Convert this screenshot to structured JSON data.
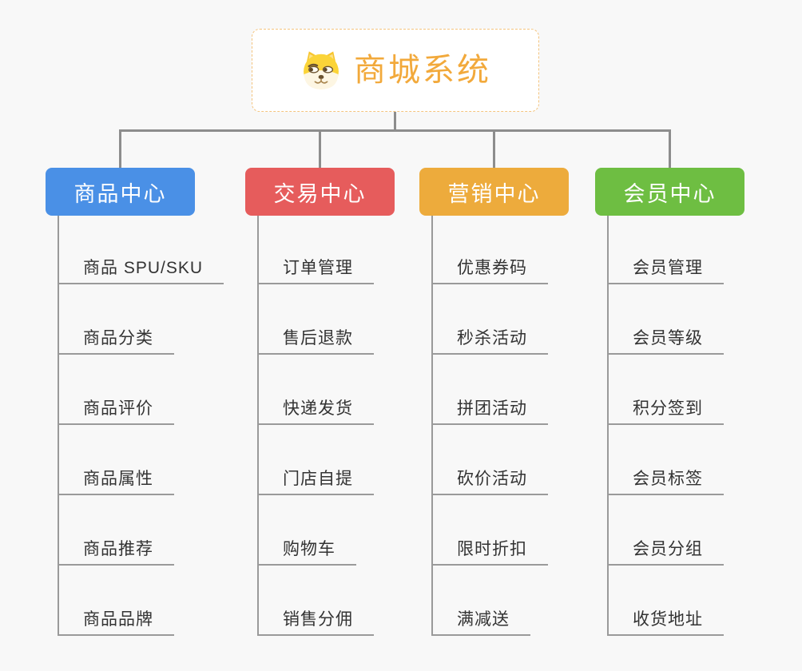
{
  "root": {
    "title": "商城系统",
    "icon": "dog-icon",
    "accent_color": "#f2a93b",
    "border_color": "#f4c47e"
  },
  "connector_color": "#8d8d8d",
  "background_color": "#f8f8f8",
  "branches": [
    {
      "label": "商品中心",
      "color": "#4a90e6",
      "items": [
        "商品 SPU/SKU",
        "商品分类",
        "商品评价",
        "商品属性",
        "商品推荐",
        "商品品牌"
      ]
    },
    {
      "label": "交易中心",
      "color": "#e65c5c",
      "items": [
        "订单管理",
        "售后退款",
        "快递发货",
        "门店自提",
        "购物车",
        "销售分佣"
      ]
    },
    {
      "label": "营销中心",
      "color": "#edab3c",
      "items": [
        "优惠券码",
        "秒杀活动",
        "拼团活动",
        "砍价活动",
        "限时折扣",
        "满减送"
      ]
    },
    {
      "label": "会员中心",
      "color": "#6ebe42",
      "items": [
        "会员管理",
        "会员等级",
        "积分签到",
        "会员标签",
        "会员分组",
        "收货地址"
      ]
    }
  ]
}
